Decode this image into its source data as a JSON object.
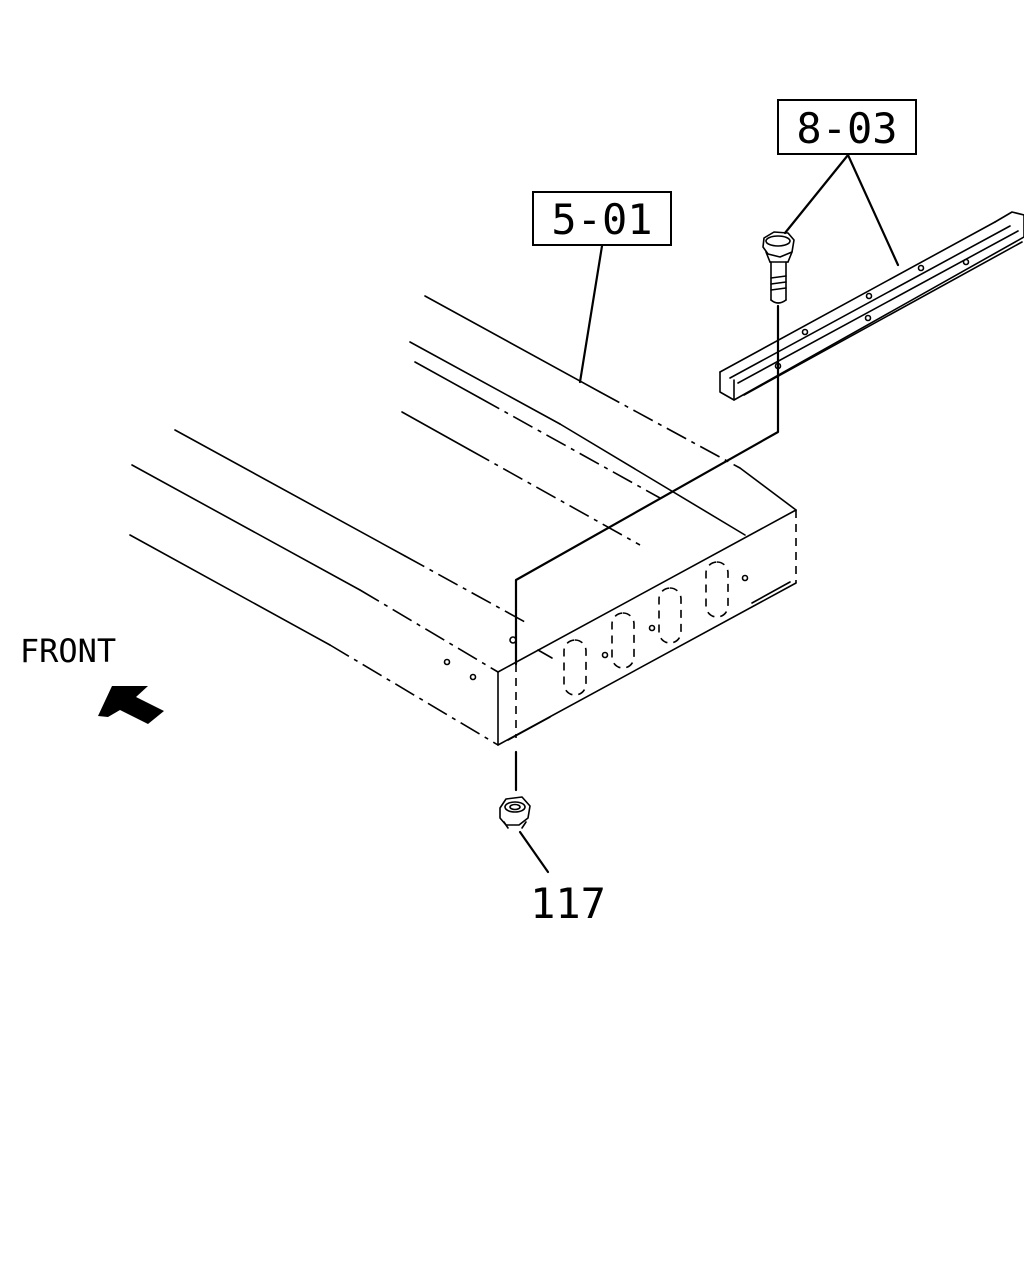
{
  "callouts": {
    "part_8_03": "8-03",
    "part_5_01": "5-01",
    "part_117": "117"
  },
  "direction": {
    "front_label": "FRONT"
  },
  "colors": {
    "ink": "#000000",
    "paper": "#ffffff"
  }
}
